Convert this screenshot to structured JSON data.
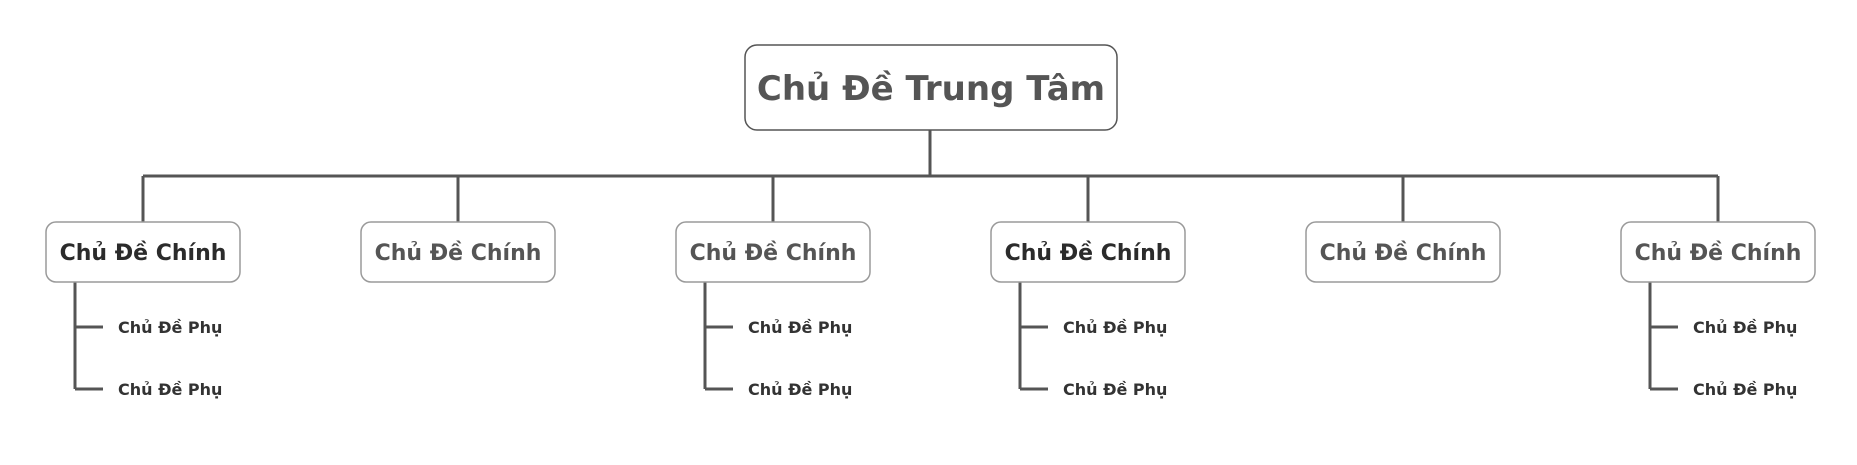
{
  "root": {
    "label": "Chủ Đề Trung Tâm"
  },
  "main_topics": [
    {
      "label": "Chủ Đề Chính",
      "subtopics": [
        "Chủ Đề Phụ",
        "Chủ Đề Phụ"
      ]
    },
    {
      "label": "Chủ Đề Chính",
      "subtopics": []
    },
    {
      "label": "Chủ Đề Chính",
      "subtopics": [
        "Chủ Đề Phụ",
        "Chủ Đề Phụ"
      ]
    },
    {
      "label": "Chủ Đề Chính",
      "subtopics": [
        "Chủ Đề Phụ",
        "Chủ Đề Phụ"
      ]
    },
    {
      "label": "Chủ Đề Chính",
      "subtopics": []
    },
    {
      "label": "Chủ Đề Chính",
      "subtopics": [
        "Chủ Đề Phụ",
        "Chủ Đề Phụ"
      ]
    }
  ],
  "colors": {
    "connector": "#555555",
    "root_text": "#555555",
    "main_text_dark": "#2b2b2b",
    "main_text_light": "#555555",
    "box_border": "#9a9a9a"
  }
}
